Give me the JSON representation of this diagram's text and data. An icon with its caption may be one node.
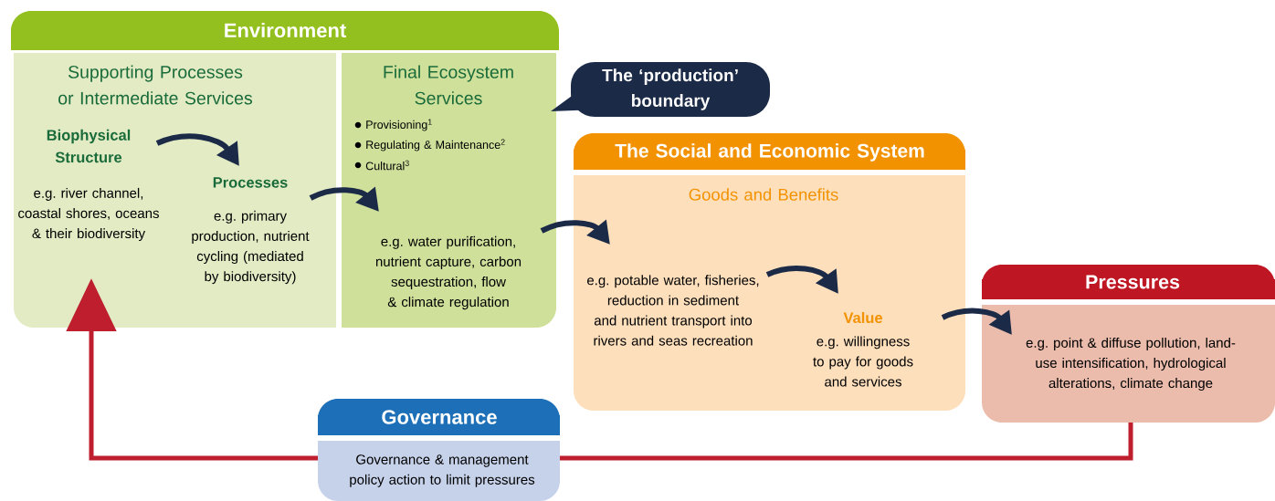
{
  "diagram": {
    "nodes": [
      {
        "text": [
          "Environment"
        ]
      },
      {
        "text": [
          "Supporting Processes or Intermediate Services"
        ]
      },
      {
        "text": [
          "Final Ecosystem Services",
          "Provisioning$^{1}$",
          "Regulating & Maintenance$^{2}$",
          "Cultural$^{3}$"
        ]
      },
      {
        "text": [
          "Biophysical Structure",
          "e.g. river channel, coastal shores, oceans & their biodiversity"
        ],
        "in": 1
      },
      {
        "text": [
          "Processes",
          "e.g. primary production, nutrient cycling (mediated by biodiversity)"
        ],
        "in": 1
      },
      {
        "text": [
          "e.g. water purification, nutrient capture, carbon sequestration, flow & climate regulation"
        ],
        "in": 2
      },
      {
        "text": [
          "The ‘production’ boundary"
        ]
      },
      {
        "text": [
          "The Social and Economic System",
          "Goods and Benefits"
        ]
      },
      {
        "text": [
          "e.g. potable water, fisheries, reduction in sediment and nutrient transport into rivers and seas recreation"
        ],
        "in": 7
      },
      {
        "text": [
          "Value",
          "e.g. willingness to pay for goods and services"
        ],
        "in": 7
      },
      {
        "text": [
          "Pressures",
          "e.g. point & diffuse pollution, land-use intensification, hydrological alterations, climate change"
        ]
      },
      {
        "text": [
          "Governance",
          "Governance & management policy action to limit pressures"
        ]
      }
    ],
    "edges": [
      {
        "from": 3,
        "to": 4,
        "arrow": "to"
      },
      {
        "from": 4,
        "to": 5,
        "arrow": "to"
      },
      {
        "from": 5,
        "to": 8,
        "arrow": "to"
      },
      {
        "from": 8,
        "to": 9,
        "arrow": "to"
      },
      {
        "from": 9,
        "to": 10,
        "arrow": "to"
      },
      {
        "from": 10,
        "to": 11,
        "arrow": "none",
        "color": "#be1e2d"
      },
      {
        "from": 11,
        "to": 1,
        "arrow": "to",
        "color": "#be1e2d"
      }
    ]
  }
}
